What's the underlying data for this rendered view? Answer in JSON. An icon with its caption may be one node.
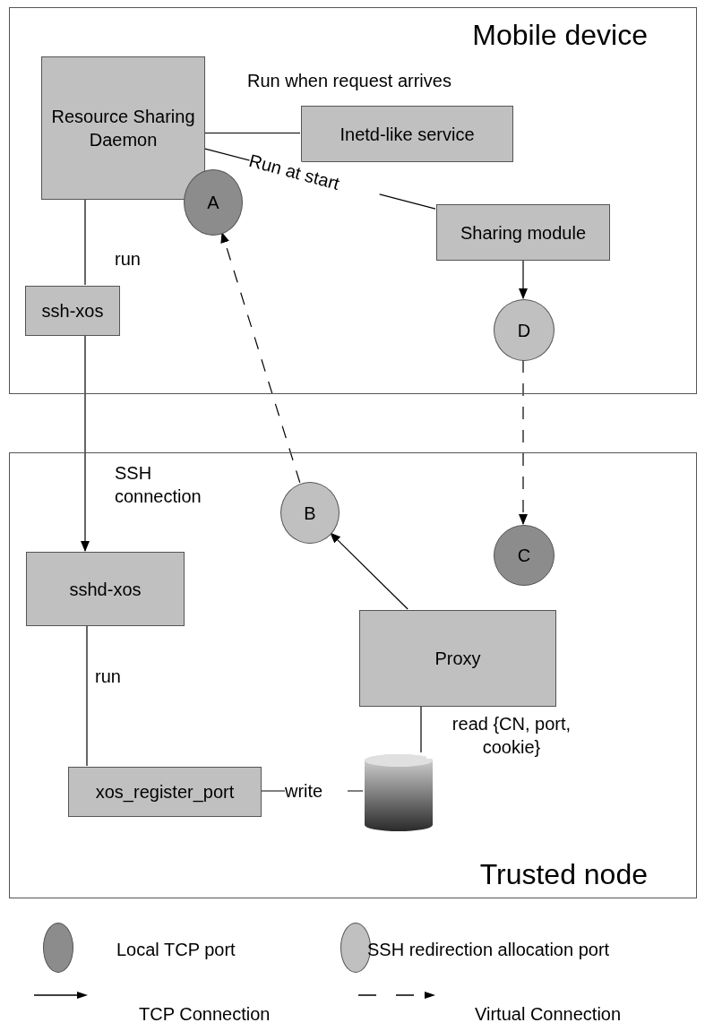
{
  "diagram": {
    "nodes": [
      {
        "text": [
          "Mobile device"
        ]
      },
      {
        "text": [
          "Resource Sharing Daemon"
        ],
        "in": 0
      },
      {
        "text": [
          "Inetd-like service"
        ],
        "in": 0,
        "beside": [
          "Run when request arrives"
        ]
      },
      {
        "text": [
          "Sharing module"
        ],
        "in": 0
      },
      {
        "text": [
          "A"
        ],
        "in": 0
      },
      {
        "text": [
          "ssh-xos"
        ],
        "in": 0
      },
      {
        "text": [
          "D"
        ],
        "in": 0
      },
      {
        "text": [
          "Trusted node"
        ]
      },
      {
        "text": [
          "B"
        ],
        "in": 7
      },
      {
        "text": [
          "C"
        ],
        "in": 7
      },
      {
        "text": [
          "sshd-xos"
        ],
        "in": 7
      },
      {
        "text": [
          "Proxy"
        ],
        "in": 7
      },
      {
        "text": [
          "xos_register_port"
        ],
        "in": 7
      },
      {
        "text": [],
        "shape": "cylinder",
        "in": 7
      }
    ],
    "edges": [
      {
        "from": 1,
        "to": 2,
        "arrow": "none"
      },
      {
        "from": 1,
        "to": 3,
        "arrow": "none",
        "label": "Run at start"
      },
      {
        "from": 1,
        "to": 5,
        "arrow": "none",
        "label": "run"
      },
      {
        "from": 5,
        "to": 10,
        "arrow": "to",
        "label": "SSH connection"
      },
      {
        "from": 3,
        "to": 6,
        "arrow": "to"
      },
      {
        "from": 6,
        "to": 9,
        "arrow": "to",
        "style": "dashed"
      },
      {
        "from": 11,
        "to": 8,
        "arrow": "to"
      },
      {
        "from": 8,
        "to": 4,
        "arrow": "to",
        "style": "dashed"
      },
      {
        "from": 10,
        "to": 12,
        "arrow": "none",
        "label": "run"
      },
      {
        "from": 12,
        "to": 13,
        "arrow": "none",
        "label": "write"
      },
      {
        "from": 11,
        "to": 13,
        "arrow": "none",
        "label": "read {CN, port, cookie}"
      }
    ],
    "legend": [
      {
        "text": "Local TCP port"
      },
      {
        "text": "SSH redirection allocation port"
      },
      {
        "text": "TCP Connection"
      },
      {
        "text": "Virtual Connection"
      }
    ]
  }
}
